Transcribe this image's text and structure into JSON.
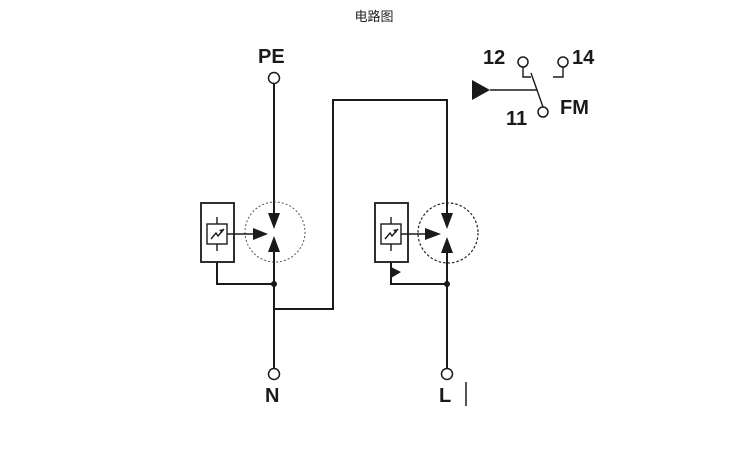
{
  "title": "电路图",
  "labels": {
    "pe": "PE",
    "n": "N",
    "l": "L",
    "contact_12": "12",
    "contact_14": "14",
    "contact_11": "11",
    "fm": "FM"
  },
  "colors": {
    "line": "#1a1a1a",
    "background": "#ffffff",
    "dashed_circle": "#555555"
  }
}
